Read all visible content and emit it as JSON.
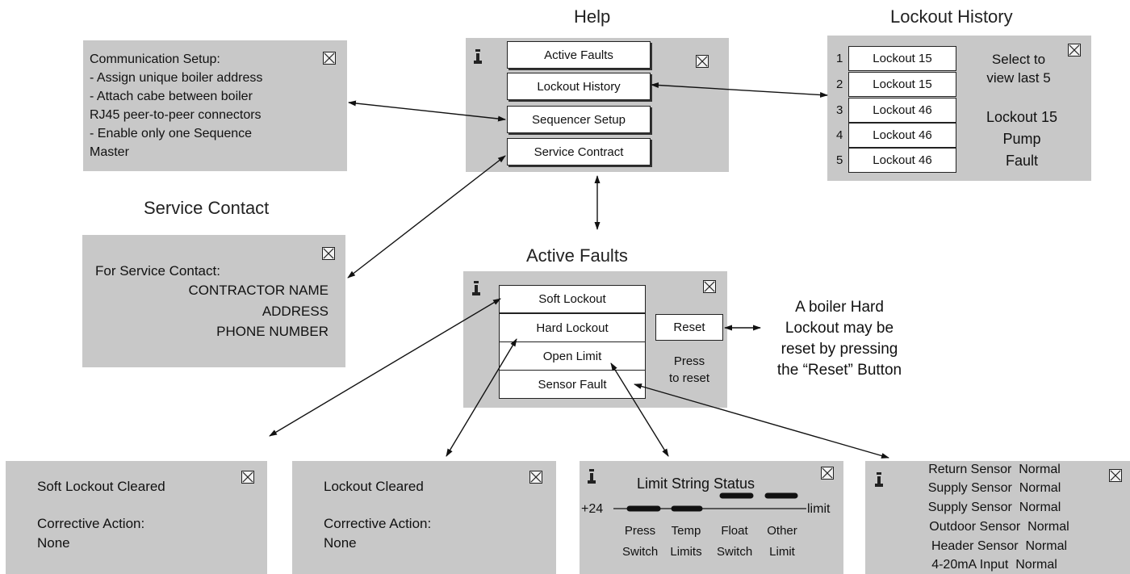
{
  "titles": {
    "help": "Help",
    "lockout_history": "Lockout History",
    "service_contact": "Service Contact",
    "active_faults": "Active Faults"
  },
  "help_menu": [
    "Active Faults",
    "Lockout History",
    "Sequencer Setup",
    "Service Contract"
  ],
  "communication_setup": [
    "Communication Setup:",
    "- Assign unique boiler address",
    "- Attach cabe between boiler",
    "RJ45 peer-to-peer connectors",
    "- Enable only one Sequence",
    "Master"
  ],
  "lockout_history": {
    "numbers": [
      "1",
      "2",
      "3",
      "4",
      "5"
    ],
    "items": [
      "Lockout 15",
      "Lockout 15",
      "Lockout 46",
      "Lockout 46",
      "Lockout 46"
    ],
    "hint": [
      "Select to",
      "view last 5"
    ],
    "detail": [
      "Lockout 15",
      "Pump",
      "Fault"
    ]
  },
  "service_contact": {
    "heading": "For Service Contact:",
    "lines": [
      "CONTRACTOR NAME",
      "ADDRESS",
      "PHONE NUMBER"
    ]
  },
  "active_faults": {
    "items": [
      "Soft Lockout",
      "Hard Lockout",
      "Open Limit",
      "Sensor Fault"
    ],
    "reset_label": "Reset",
    "reset_hint": [
      "Press",
      "to reset"
    ]
  },
  "reset_note": [
    "A boiler Hard",
    "Lockout may be",
    "reset by pressing",
    "the “Reset” Button"
  ],
  "soft_lockout_panel": {
    "status": "Soft Lockout Cleared",
    "action_label": "Corrective Action:",
    "action_value": "None"
  },
  "lockout_panel": {
    "status": "Lockout Cleared",
    "action_label": "Corrective Action:",
    "action_value": "None"
  },
  "limit_string": {
    "title": "Limit String Status",
    "left_label": "+24",
    "right_label": "limit",
    "switches": [
      {
        "top": "Press",
        "bottom": "Switch"
      },
      {
        "top": "Temp",
        "bottom": "Limits"
      },
      {
        "top": "Float",
        "bottom": "Switch"
      },
      {
        "top": "Other",
        "bottom": "Limit"
      }
    ]
  },
  "sensors": [
    {
      "name": "Return Sensor",
      "status": "Normal"
    },
    {
      "name": "Supply Sensor",
      "status": "Normal"
    },
    {
      "name": "Supply Sensor",
      "status": "Normal"
    },
    {
      "name": "Outdoor Sensor",
      "status": "Normal"
    },
    {
      "name": "Header Sensor",
      "status": "Normal"
    },
    {
      "name": "4-20mA Input",
      "status": "Normal"
    }
  ],
  "icons": {
    "close": "close-x-icon",
    "info": "info-pillar-icon",
    "arrow": "double-headed-arrow"
  },
  "colors": {
    "panel": "#c8c8c8",
    "button": "#ffffff",
    "line": "#111111"
  }
}
